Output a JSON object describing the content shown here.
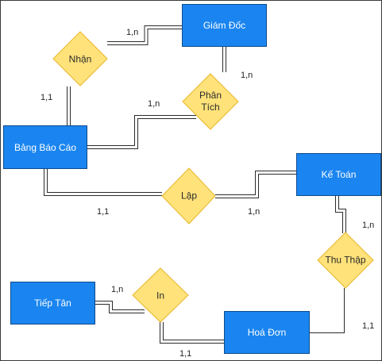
{
  "colors": {
    "entity_fill": "#1a85f0",
    "entity_border": "#0e4a8c",
    "relationship_fill": "#ffe27a",
    "relationship_border": "#e8b62b",
    "line": "#2b2b2b"
  },
  "entities": {
    "giam_doc": "Giám Đốc",
    "bang_bao_cao": "Bảng Báo Cáo",
    "ke_toan": "Kế Toán",
    "tiep_tan": "Tiếp Tân",
    "hoa_don": "Hoá Đơn"
  },
  "relationships": {
    "nhan": "Nhận",
    "phan_tich": "Phân Tích",
    "lap": "Lập",
    "thu_thap": "Thu Thập",
    "in": "In"
  },
  "cardinalities": {
    "giam_doc_nhan": "1,n",
    "giam_doc_phan_tich": "1,n",
    "bang_bao_cao_nhan": "1,1",
    "bang_bao_cao_phan_tich": "1,n",
    "bang_bao_cao_lap": "1,1",
    "ke_toan_lap": "1,n",
    "ke_toan_thu_thap": "1,n",
    "hoa_don_thu_thap": "1,1",
    "tiep_tan_in": "1,n",
    "hoa_don_in": "1,1"
  }
}
